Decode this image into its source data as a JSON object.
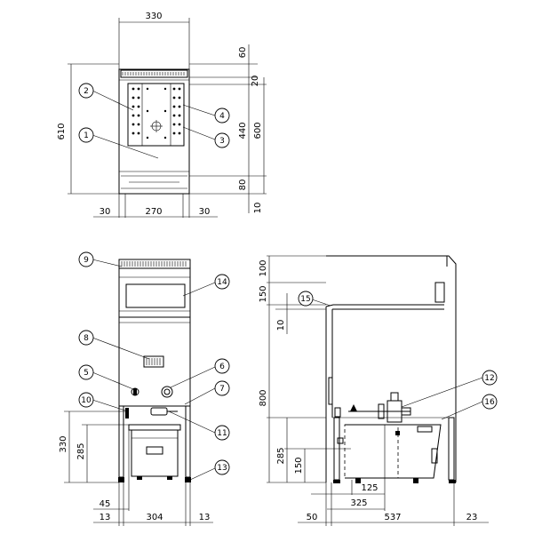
{
  "top_view": {
    "dims": {
      "overall_width": "330",
      "overall_height": "610",
      "top_60": "60",
      "top_20": "20",
      "inner_600": "600",
      "inner_440": "440",
      "bottom_80": "80",
      "bottom_10": "10",
      "left_30": "30",
      "middle_270": "270",
      "right_30": "30"
    },
    "callouts": [
      "1",
      "2",
      "3",
      "4"
    ]
  },
  "front_view": {
    "dims": {
      "height_330": "330",
      "height_285": "285",
      "left_45": "45",
      "left_13": "13",
      "width_304": "304",
      "right_13": "13"
    },
    "callouts": [
      "5",
      "6",
      "7",
      "8",
      "9",
      "10",
      "11",
      "13",
      "14"
    ]
  },
  "side_view": {
    "dims": {
      "top_100": "100",
      "upper_150": "150",
      "gap_10": "10",
      "height_800": "800",
      "height_285": "285",
      "height_150": "150",
      "offset_125": "125",
      "offset_325": "325",
      "left_50": "50",
      "depth_537": "537",
      "right_23": "23"
    },
    "callouts": [
      "12",
      "15",
      "16"
    ]
  }
}
